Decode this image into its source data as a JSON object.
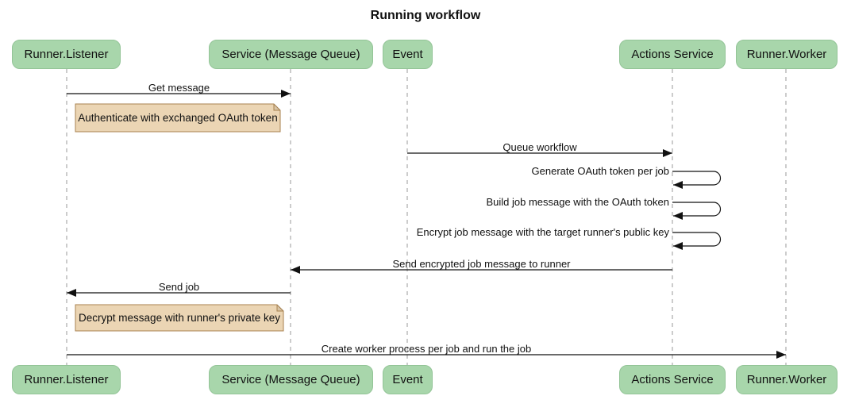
{
  "title": "Running workflow",
  "colors": {
    "background": "#ffffff",
    "actor_fill": "#a8d6ab",
    "actor_border": "#93c497",
    "note_fill": "#ebd5b4",
    "note_border": "#a8824f",
    "lifeline": "#999999",
    "arrow": "#111111",
    "text": "#111111"
  },
  "actors": [
    {
      "id": "runner-listener",
      "label": "Runner.Listener"
    },
    {
      "id": "service-message-queue",
      "label": "Service (Message Queue)"
    },
    {
      "id": "event",
      "label": "Event"
    },
    {
      "id": "actions-service",
      "label": "Actions Service"
    },
    {
      "id": "runner-worker",
      "label": "Runner.Worker"
    }
  ],
  "messages": [
    {
      "label": "Get message",
      "from": "Runner.Listener",
      "to": "Service (Message Queue)",
      "type": "solid-arrow"
    },
    {
      "label": "Queue workflow",
      "from": "Event",
      "to": "Actions Service",
      "type": "solid-arrow"
    },
    {
      "label": "Generate OAuth token per job",
      "from": "Actions Service",
      "to": "Actions Service",
      "type": "self-arrow"
    },
    {
      "label": "Build job message with the OAuth token",
      "from": "Actions Service",
      "to": "Actions Service",
      "type": "self-arrow"
    },
    {
      "label": "Encrypt job message with the target runner's public key",
      "from": "Actions Service",
      "to": "Actions Service",
      "type": "self-arrow"
    },
    {
      "label": "Send encrypted job message to runner",
      "from": "Actions Service",
      "to": "Service (Message Queue)",
      "type": "solid-arrow"
    },
    {
      "label": "Send job",
      "from": "Service (Message Queue)",
      "to": "Runner.Listener",
      "type": "solid-arrow"
    },
    {
      "label": "Create worker process per job and run the job",
      "from": "Runner.Listener",
      "to": "Runner.Worker",
      "type": "solid-arrow"
    }
  ],
  "notes": [
    {
      "text": "Authenticate with exchanged OAuth token",
      "position": "right of Runner.Listener"
    },
    {
      "text": "Decrypt message with runner's private key",
      "position": "right of Runner.Listener"
    }
  ]
}
